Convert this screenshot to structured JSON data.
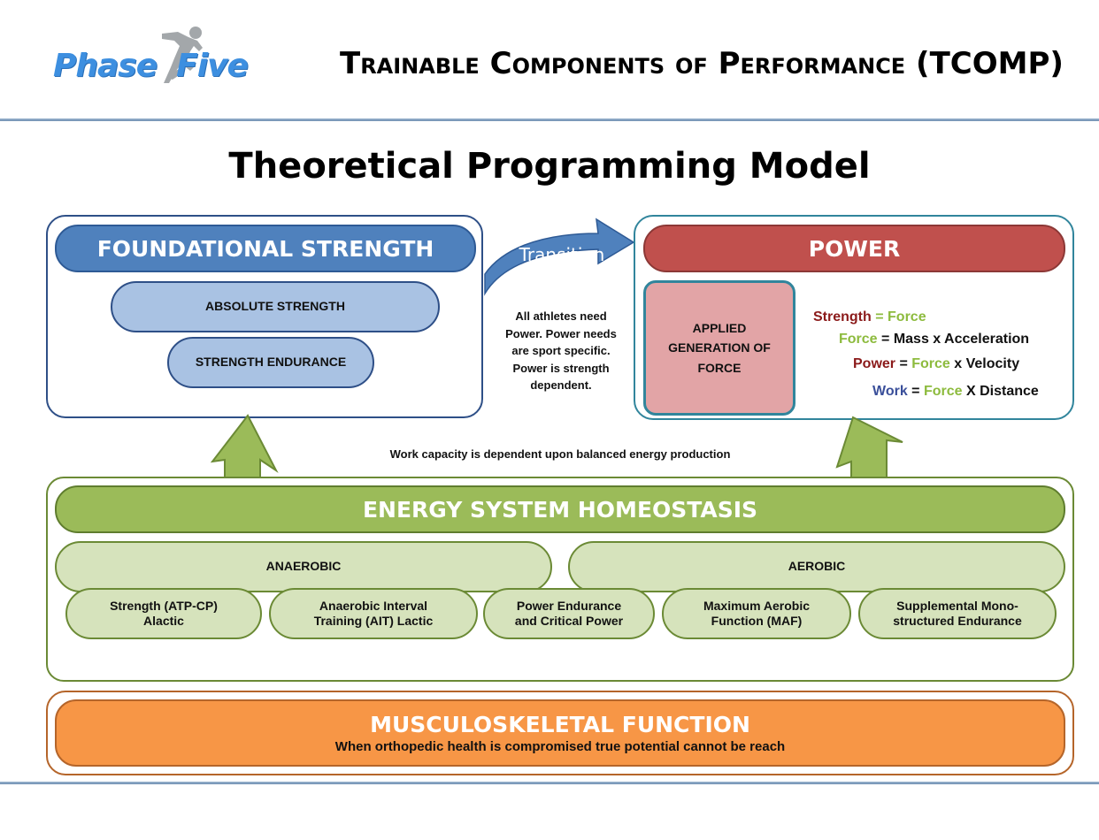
{
  "header": {
    "logo": {
      "word1": "Phase",
      "word2": "Five",
      "icon": "runner-icon"
    },
    "title": "Trainable Components of Performance (TCOMP)"
  },
  "main_title": "Theoretical Programming Model",
  "foundational": {
    "title": "FOUNDATIONAL STRENGTH",
    "items": [
      "ABSOLUTE STRENGTH",
      "STRENGTH ENDURANCE"
    ]
  },
  "transition": {
    "label": "Transition",
    "note_lines": [
      "All athletes need",
      "Power. Power needs",
      "are sport specific.",
      "Power is strength",
      "dependent."
    ]
  },
  "power": {
    "title": "POWER",
    "applied_lines": [
      "APPLIED",
      "GENERATION OF",
      "FORCE"
    ],
    "equations": [
      {
        "lhs": "Strength",
        "eq": " = ",
        "rhs": [
          {
            "t": "Force",
            "c": "green"
          }
        ]
      },
      {
        "lhs": "Force",
        "eq": " = ",
        "rhs": [
          {
            "t": "Mass x Acceleration",
            "c": "black"
          }
        ]
      },
      {
        "lhs": "Power",
        "eq": " = ",
        "rhs": [
          {
            "t": "Force",
            "c": "green"
          },
          {
            "t": " x Velocity",
            "c": "black"
          }
        ]
      },
      {
        "lhs": "Work",
        "eq": " = ",
        "rhs": [
          {
            "t": "Force",
            "c": "green"
          },
          {
            "t": " X Distance",
            "c": "black"
          }
        ]
      }
    ]
  },
  "work_note": "Work capacity is dependent upon balanced energy production",
  "energy": {
    "title": "ENERGY SYSTEM HOMEOSTASIS",
    "anaerobic": "ANAEROBIC",
    "aerobic": "AEROBIC",
    "subsystems": [
      [
        "Strength (ATP-CP)",
        "Alactic"
      ],
      [
        "Anaerobic Interval",
        "Training (AIT) Lactic"
      ],
      [
        "Power Endurance",
        "and Critical Power"
      ],
      [
        "Maximum Aerobic",
        "Function (MAF)"
      ],
      [
        "Supplemental Mono-",
        "structured Endurance"
      ]
    ]
  },
  "musculoskeletal": {
    "title": "MUSCULOSKELETAL FUNCTION",
    "subtitle": "When orthopedic health is compromised true potential cannot be reach"
  },
  "colors": {
    "foundational": "#4f81bd",
    "power": "#c0504d",
    "energy": "#9bbb59",
    "musculoskeletal": "#f79646",
    "eq_red": "#8b1a1a",
    "eq_green": "#8dbb3e",
    "eq_blue": "#3a4f9a"
  }
}
